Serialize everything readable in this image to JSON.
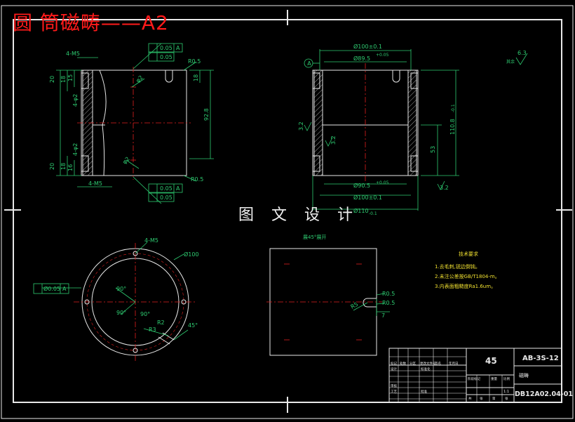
{
  "drawing": {
    "title": "圆 筒磁畴——A2",
    "watermark": "图 文 设 计",
    "front_view": {
      "thread_top": "4-M5",
      "thread_bottom": "4-M5",
      "tol_flat_top": "0.05",
      "tol_flat_top_ref": "A",
      "tol_par_top": "0.05",
      "tol_flat_bottom": "0.05",
      "tol_flat_bottom_ref": "A",
      "tol_par_bottom": "0.05",
      "r_top": "R0.5",
      "r_bottom": "R0.5",
      "dim_20_top": "20",
      "dim_18_top": "18",
      "dim_15_top": "15",
      "dim_20_bottom": "20",
      "dim_18_bottom": "18",
      "dim_16_bottom": "16",
      "dim_height": "92.8",
      "dim_slot": "18",
      "phi2_top": "φ2",
      "phi2_bottom": "φ2",
      "side_phi2_top": "4-φ2",
      "side_phi2_bottom": "4-φ2"
    },
    "section_view": {
      "datum": "A",
      "d_outer_top": "Ø100±0.1",
      "d_inner_top": "Ø89.5",
      "d_inner_top_tol": "+0.05",
      "d_inner_bottom": "Ø90.5",
      "d_inner_bottom_tol": "+0.05",
      "d_outer_bottom": "Ø100±0.1",
      "d_flange": "Ø110",
      "d_flange_tol": "-0.1",
      "height": "110.8",
      "height_tol": "-0.1",
      "dim_53": "53",
      "rough_left": "3.2",
      "rough_mid": "3.2",
      "rough_right": "3.2"
    },
    "roughness_note": {
      "symbol_value": "6.3",
      "prefix": "其余"
    },
    "top_view": {
      "thread": "4-M5",
      "diameter": "Ø100",
      "tol_value": "Ø0.05",
      "tol_ref": "A",
      "angle_1": "90°",
      "angle_2": "90°",
      "angle_3": "90°",
      "angle_4": "45°",
      "r2": "R2",
      "r3": "R3"
    },
    "unfold_view": {
      "label": "展45°展开",
      "r05a": "R0.5",
      "r05b": "R0.5",
      "r5": "R5",
      "dim_7": "7"
    },
    "tech_req": {
      "title": "技术要求",
      "items": [
        "1.去毛刺,锐边倒钝。",
        "2.未注公差按GB/T1804-m。",
        "3.内表面粗糙度Ra1.6um。"
      ]
    },
    "title_block": {
      "material": "45",
      "code": "AB-3S-12",
      "part_name": "磁畴",
      "drawing_no": "DB12A02.04-01",
      "cells": [
        "标记",
        "处数",
        "分区",
        "更改文件号",
        "签名",
        "年月日",
        "设计",
        "标准化",
        "审核",
        "工艺",
        "批准",
        "阶段标记",
        "重量",
        "比例",
        "共",
        "张",
        "第",
        "张",
        "1:1"
      ]
    }
  }
}
